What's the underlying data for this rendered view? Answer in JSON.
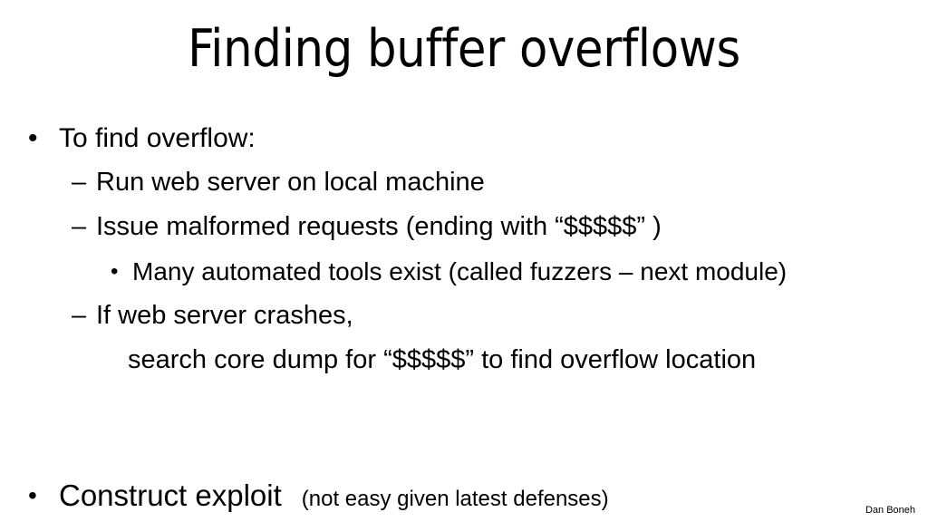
{
  "slide": {
    "title": "Finding buffer overflows",
    "background_color": "#ffffff",
    "text_color": "#000000",
    "footer": "Dan Boneh",
    "markers": {
      "bullet_level1": "•",
      "bullet_level2": "–",
      "bullet_level3": "•"
    },
    "body": [
      {
        "level": 1,
        "text": "To find overflow:"
      },
      {
        "level": 2,
        "text": "Run web server on local machine"
      },
      {
        "level": 2,
        "text": "Issue malformed requests (ending with   “$$$$$” )"
      },
      {
        "level": 3,
        "text": "Many automated tools exist  (called  fuzzers – next module)"
      },
      {
        "level": 2,
        "text": "If web server crashes,"
      },
      {
        "level": 0,
        "text": "search core dump for  “$$$$$” to find overflow location"
      },
      {
        "level": 1,
        "text": "Construct exploit",
        "note": "(not easy given latest defenses)"
      }
    ]
  }
}
